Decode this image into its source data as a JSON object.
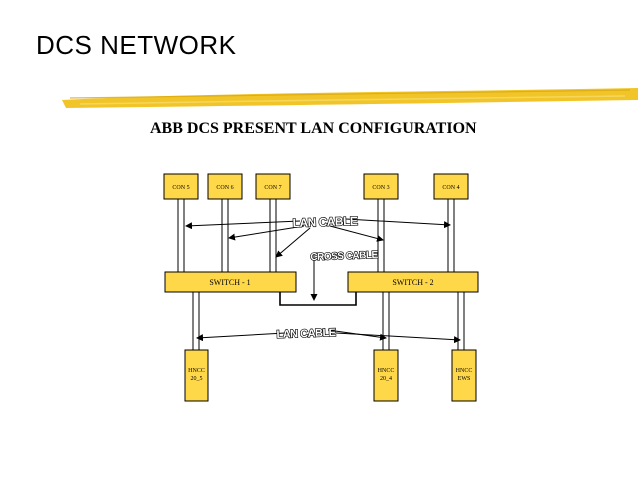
{
  "slide": {
    "title": "DCS NETWORK",
    "subtitle": "ABB DCS  PRESENT LAN CONFIGURATION"
  },
  "diagram": {
    "consoles": [
      {
        "id": "con5",
        "label": "CON 5"
      },
      {
        "id": "con6",
        "label": "CON 6"
      },
      {
        "id": "con7",
        "label": "CON 7"
      },
      {
        "id": "con3",
        "label": "CON 3"
      },
      {
        "id": "con4",
        "label": "CON 4"
      }
    ],
    "switches": [
      {
        "id": "switch1",
        "label": "SWITCH - 1"
      },
      {
        "id": "switch2",
        "label": "SWITCH - 2"
      }
    ],
    "hosts": [
      {
        "id": "hncc205",
        "line1": "HNCC",
        "line2": "20_5"
      },
      {
        "id": "hncc204",
        "line1": "HNCC",
        "line2": "20_4"
      },
      {
        "id": "hnccews",
        "line1": "HNCC",
        "line2": "EWS"
      }
    ],
    "cable_labels": {
      "lan_cable_top": "LAN CABLE",
      "cross_cable": "CROSS CABLE",
      "lan_cable_bottom": "LAN CABLE"
    },
    "colors": {
      "node_fill": "#ffd84a",
      "highlighter_band": "#f0c21d"
    }
  }
}
